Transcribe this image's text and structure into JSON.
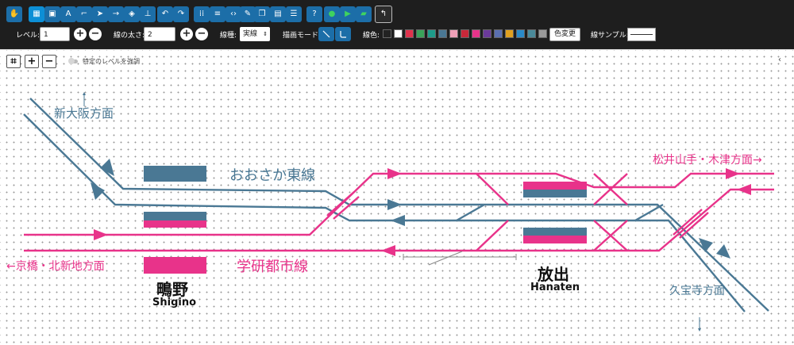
{
  "toolbar": {
    "tools": [
      "hand-icon",
      "grid-icon",
      "train-icon",
      "text-icon",
      "line-tool-icon",
      "pointer-icon",
      "arrow-icon",
      "fill-icon",
      "stamp-icon",
      "undo-icon",
      "redo-icon",
      "select-grid-icon",
      "align-icon",
      "code-icon",
      "edit-icon",
      "copy-icon",
      "save-icon",
      "database-icon",
      "help-icon",
      "chat-icon",
      "youtube-icon",
      "book-icon",
      "back-icon"
    ],
    "level_label": "レベル:",
    "level_value": "1",
    "width_label": "線の太さ:",
    "width_value": "2",
    "linetype_label": "線種:",
    "linetype_value": "実線",
    "mode_label": "描画モード:",
    "color_label": "線色:",
    "colors": [
      "#222222",
      "#ffffff",
      "#e0334d",
      "#3aa35a",
      "#1e9b8a",
      "#4a7894",
      "#f0a0b8",
      "#c8283a",
      "#e8338a",
      "#6a3a9a",
      "#5a6fb0",
      "#e0a020",
      "#2a8ac8",
      "#4a8a9a",
      "#999999"
    ],
    "color_change_label": "色変更",
    "sample_label": "線サンプル:"
  },
  "canvas_controls": {
    "highlight_label": "特定のレベルを強調"
  },
  "map": {
    "line_colors": {
      "blue": "#4a7894",
      "pink": "#e8338a"
    },
    "labels": {
      "shin_osaka": "新大阪方面",
      "osaka_higashi_line": "おおさか東線",
      "matsuiyamate": "松井山手・木津方面→",
      "kyobashi": "←京橋・北新地方面",
      "gakken_line": "学研都市線",
      "kudaraji": "久宝寺方面",
      "shigino_jp": "鴫野",
      "shigino_en": "Shigino",
      "hanaten_jp": "放出",
      "hanaten_en": "Hanaten"
    }
  }
}
